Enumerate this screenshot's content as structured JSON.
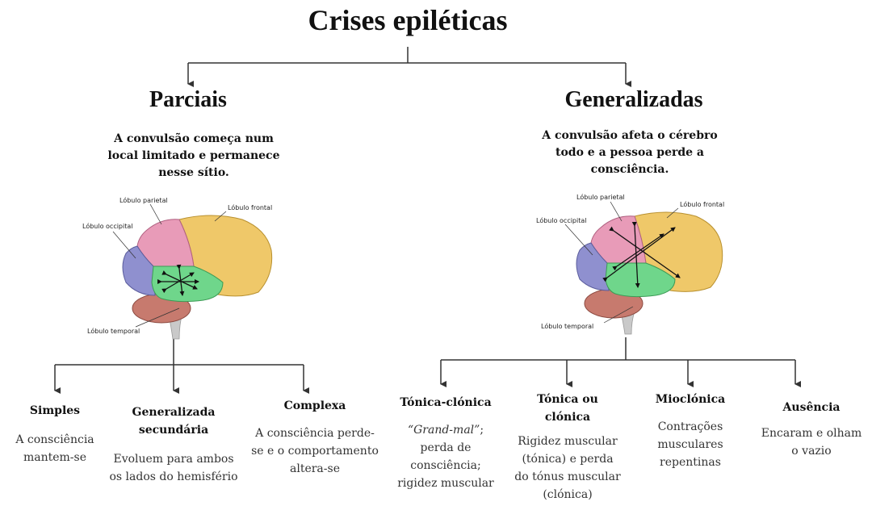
{
  "title": "Crises epiléticas",
  "brain_labels": {
    "parietal": "Lóbulo parietal",
    "occipital": "Lóbulo occipital",
    "frontal": "Lóbulo frontal",
    "temporal": "Lóbulo temporal"
  },
  "partial": {
    "title": "Parciais",
    "desc_lines": [
      "A convulsão começa num",
      "local limitado e permanece",
      "nesse sítio."
    ],
    "types": [
      {
        "title_lines": [
          "Simples"
        ],
        "desc_lines": [
          "A consciência",
          "mantem-se"
        ]
      },
      {
        "title_lines": [
          "Generalizada",
          "secundária"
        ],
        "desc_lines": [
          "Evoluem para ambos",
          "os lados do hemisfério"
        ]
      },
      {
        "title_lines": [
          "Complexa"
        ],
        "desc_lines": [
          "A consciência perde-",
          "se e o comportamento",
          "altera-se"
        ]
      }
    ]
  },
  "generalized": {
    "title": "Generalizadas",
    "desc_lines": [
      "A convulsão afeta o cérebro",
      "todo e a pessoa perde a",
      "consciência."
    ],
    "types": [
      {
        "title_lines": [
          "Tónica-clónica"
        ],
        "desc_italic": "“Grand-mal”",
        "desc_lines": [
          ";",
          "perda de",
          "consciência;",
          "rigidez muscular"
        ]
      },
      {
        "title_lines": [
          "Tónica ou",
          "clónica"
        ],
        "desc_lines": [
          "Rigidez muscular",
          "(tónica) e perda",
          "do tónus muscular",
          "(clónica)"
        ]
      },
      {
        "title_lines": [
          "Mioclónica"
        ],
        "desc_lines": [
          "Contrações",
          "musculares",
          "repentinas"
        ]
      },
      {
        "title_lines": [
          "Ausência"
        ],
        "desc_lines": [
          "Encaram e olham",
          "o vazio"
        ]
      }
    ]
  }
}
